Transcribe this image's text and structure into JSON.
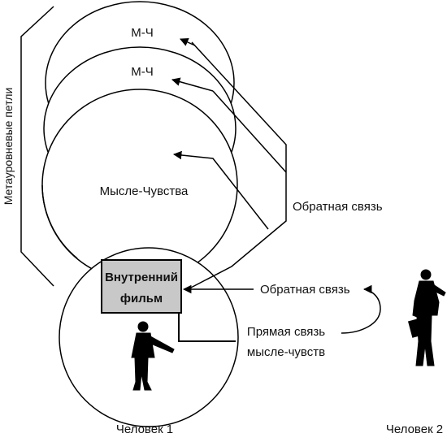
{
  "diagram": {
    "circle_label_top": "М-Ч",
    "circle_label_second": "М-Ч",
    "circle_label_main": "Мысле-Чувства",
    "inner_film_line1": "Внутренний",
    "inner_film_line2": "фильм",
    "meta_loops_label": "Метауровневые петли",
    "feedback_outer": "Обратная связь",
    "feedback_inner": "Обратная связь",
    "direct_link_line1": "Прямая связь",
    "direct_link_line2": "мысле-чувств",
    "person1_label": "Человек 1",
    "person2_label": "Человек 2",
    "colors": {
      "stroke": "#000000",
      "film_box_fill": "#c8c8c8",
      "background": "#ffffff"
    },
    "icons": [
      "person1-figure-icon",
      "person2-figure-icon",
      "arrowhead-icon"
    ]
  }
}
